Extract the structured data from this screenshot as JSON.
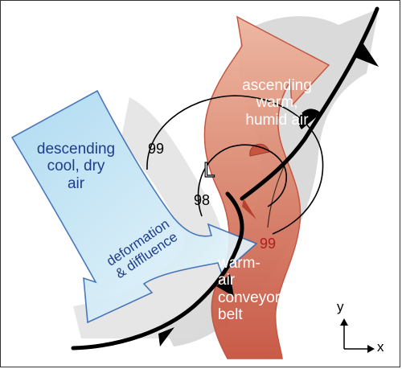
{
  "labels": {
    "ascending_air": "ascending warm, humid air",
    "descending_air": "descending cool, dry air",
    "deformation": "deformation & diffluence",
    "conveyor_belt": "warm-air conveyor belt",
    "low_center": "L"
  },
  "isobars": {
    "outer": "99",
    "inner": "98",
    "lower": "99"
  },
  "axes": {
    "y": "y",
    "x": "x"
  },
  "colors": {
    "warm_air_fill": "#d9826c",
    "warm_air_edge": "#c0503a",
    "cool_air_fill": "#bfe3f4",
    "cool_air_edge": "#3b6db5",
    "shadow": "#cfcfcf",
    "front": "#000000"
  }
}
